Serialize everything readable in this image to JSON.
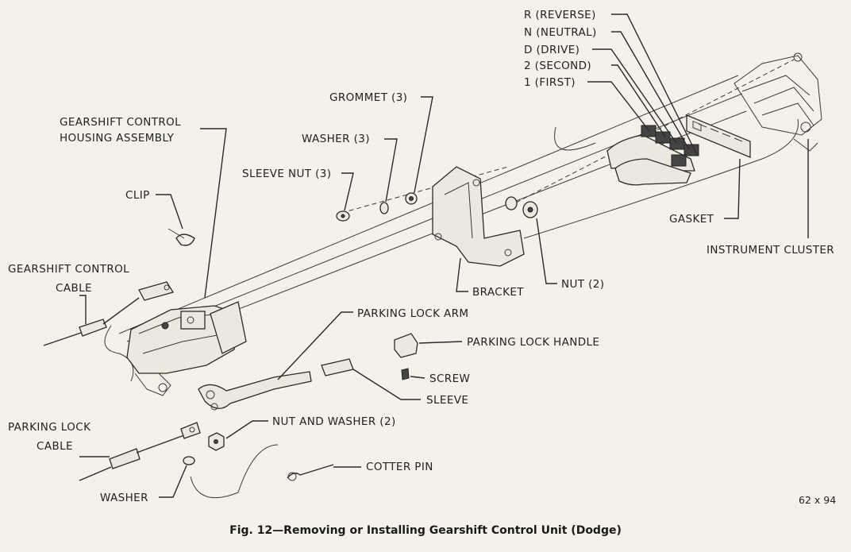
{
  "labels": {
    "reverse": "R (REVERSE)",
    "neutral": "N (NEUTRAL)",
    "drive": "D (DRIVE)",
    "second": "2 (SECOND)",
    "first": "1 (FIRST)",
    "grommet": "GROMMET (3)",
    "housing_line1": "GEARSHIFT CONTROL",
    "housing_line2": "HOUSING ASSEMBLY",
    "washer3": "WASHER (3)",
    "sleeve_nut": "SLEEVE NUT (3)",
    "clip": "CLIP",
    "gasket": "GASKET",
    "instrument_cluster": "INSTRUMENT CLUSTER",
    "cable_line1": "GEARSHIFT CONTROL",
    "cable_line2": "CABLE",
    "nut2": "NUT (2)",
    "bracket": "BRACKET",
    "parking_lock_arm": "PARKING LOCK ARM",
    "parking_lock_handle": "PARKING LOCK HANDLE",
    "screw": "SCREW",
    "sleeve": "SLEEVE",
    "parking_cable_line1": "PARKING LOCK",
    "parking_cable_line2": "CABLE",
    "nut_and_washer": "NUT AND WASHER (2)",
    "cotter_pin": "COTTER PIN",
    "washer": "WASHER"
  },
  "reference": "62 x 94",
  "caption": "Fig. 12—Removing or Installing Gearshift Control Unit (Dodge)"
}
